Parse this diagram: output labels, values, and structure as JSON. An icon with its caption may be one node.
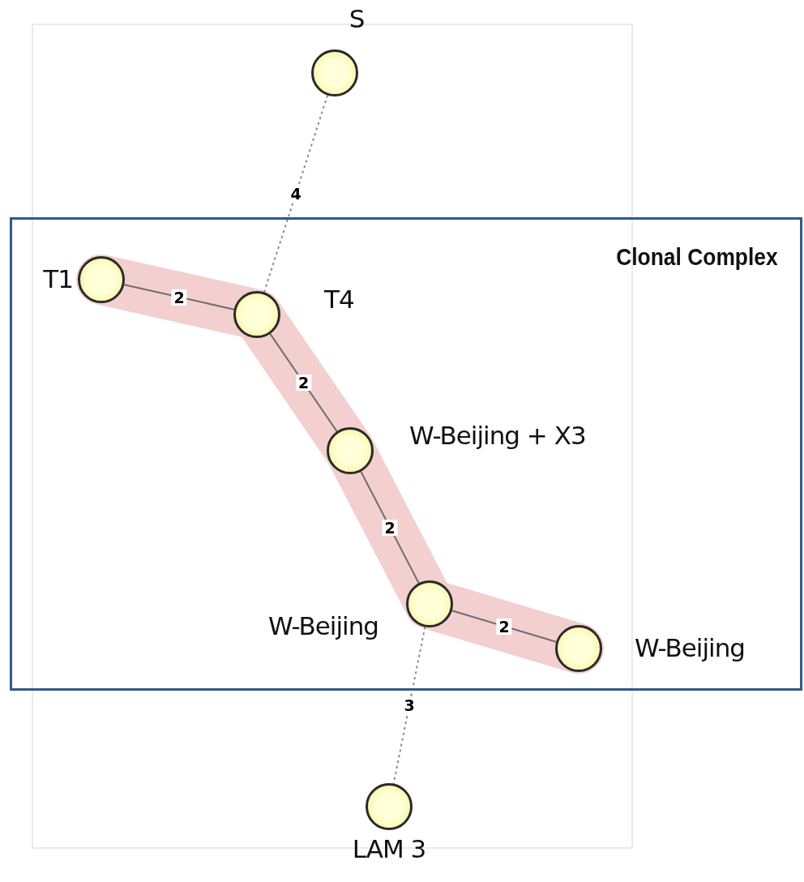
{
  "diagram": {
    "nodes": [
      {
        "text": [],
        "shape": "circle",
        "beside": [
          "S"
        ]
      },
      {
        "text": [
          "Clonal Complex"
        ]
      },
      {
        "text": [],
        "shape": "circle",
        "beside": [
          "T1"
        ],
        "in": 1
      },
      {
        "text": [],
        "shape": "circle",
        "beside": [
          "T4"
        ],
        "in": 1
      },
      {
        "text": [],
        "shape": "circle",
        "beside": [
          "W-Beijing + X3"
        ],
        "in": 1
      },
      {
        "text": [],
        "shape": "circle",
        "beside": [
          "W-Beijing"
        ],
        "in": 1
      },
      {
        "text": [],
        "shape": "circle",
        "beside": [
          "W-Beijing"
        ],
        "in": 1
      },
      {
        "text": [],
        "shape": "circle",
        "beside": [
          "LAM 3"
        ]
      }
    ],
    "edges": [
      {
        "from": 0,
        "to": 3,
        "arrow": "none",
        "label": "4",
        "style": "dashed"
      },
      {
        "from": 2,
        "to": 3,
        "arrow": "none",
        "label": "2"
      },
      {
        "from": 3,
        "to": 4,
        "arrow": "none",
        "label": "2"
      },
      {
        "from": 4,
        "to": 5,
        "arrow": "none",
        "label": "2"
      },
      {
        "from": 5,
        "to": 6,
        "arrow": "none",
        "label": "2"
      },
      {
        "from": 5,
        "to": 7,
        "arrow": "none",
        "label": "3",
        "style": "dashed"
      }
    ]
  }
}
